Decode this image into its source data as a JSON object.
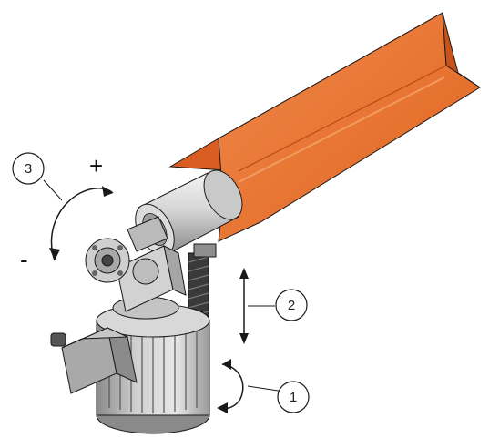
{
  "callouts": {
    "callout_1": "1",
    "callout_2": "2",
    "callout_3": "3"
  },
  "signs": {
    "plus": "+",
    "minus": "-"
  },
  "colors": {
    "trough_front": "#e8692a",
    "trough_back": "#d95c22",
    "trough_highlight": "#f08a4a",
    "metal_light": "#e4e4e4",
    "metal_mid": "#b5b5b5",
    "metal_dark": "#6f6f6f",
    "line": "#1a1a1a"
  }
}
